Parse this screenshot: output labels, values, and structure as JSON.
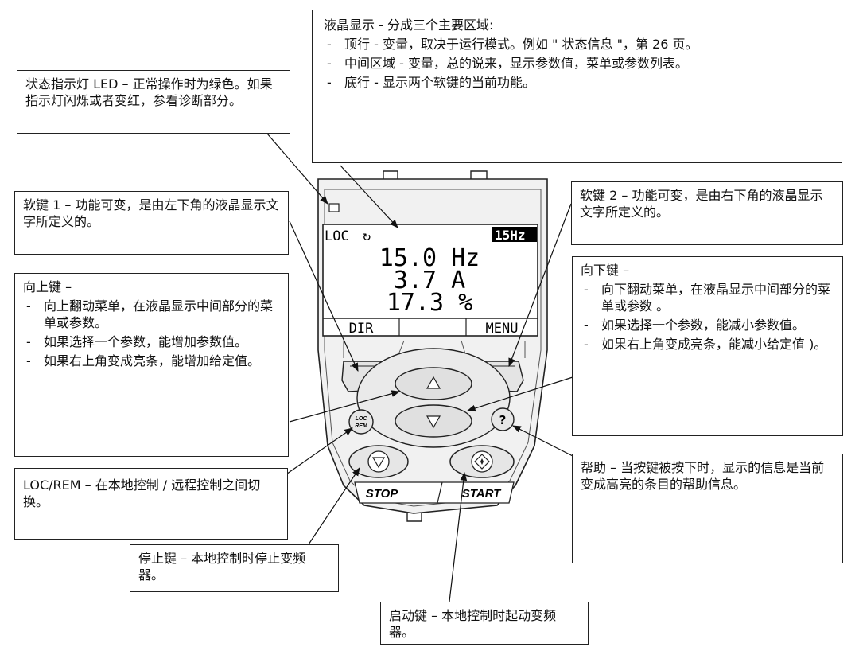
{
  "callouts": {
    "lcd": {
      "title": "液晶显示 - 分成三个主要区域:",
      "items": [
        "顶行 - 变量，取决于运行模式。例如 \" 状态信息 \"，第 26 页。",
        "中间区域 - 变量，总的说来，显示参数值，菜单或参数列表。",
        "底行 - 显示两个软键的当前功能。"
      ]
    },
    "led": {
      "text": "状态指示灯 LED – 正常操作时为绿色。如果指示灯闪烁或者变红，参看诊断部分。"
    },
    "soft1": {
      "text": "软键 1 – 功能可变，是由左下角的液晶显示文字所定义的。"
    },
    "soft2": {
      "text": "软键 2 – 功能可变，是由右下角的液晶显示文字所定义的。"
    },
    "up": {
      "title": "向上键 –",
      "items": [
        "向上翻动菜单，在液晶显示中间部分的菜单或参数。",
        "如果选择一个参数，能增加参数值。",
        "如果右上角变成亮条，能增加给定值。"
      ]
    },
    "down": {
      "title": "向下键 –",
      "items": [
        "向下翻动菜单，在液晶显示中间部分的菜单或参数 。",
        "如果选择一个参数，能减小参数值。",
        "如果右上角变成亮条，能减小给定值 )。"
      ]
    },
    "locrem": {
      "text": "LOC/REM – 在本地控制 / 远程控制之间切换。"
    },
    "help": {
      "text": "帮助 – 当按键被按下时，显示的信息是当前变成高亮的条目的帮助信息。"
    },
    "stop": {
      "text": "停止键 – 本地控制时停止变频器。"
    },
    "start": {
      "text": "启动键 – 本地控制时起动变频器。"
    }
  },
  "panel": {
    "lcd": {
      "mode": "LOC",
      "rotation_glyph": "↻",
      "reference": "15Hz",
      "lines": [
        "15.0 Hz",
        "3.7 A",
        "17.3 %"
      ],
      "softkey_left": "DIR",
      "softkey_right": "MENU"
    },
    "keys": {
      "locrem_top": "LOC",
      "locrem_bottom": "REM",
      "help": "?",
      "stop_label": "STOP",
      "start_label": "START"
    }
  }
}
